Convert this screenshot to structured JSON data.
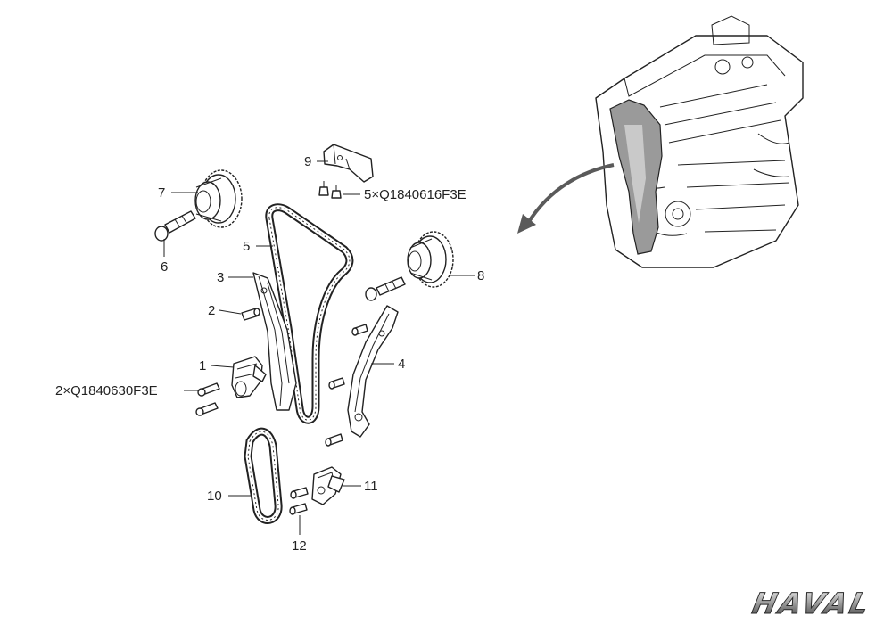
{
  "callouts": {
    "c1": "1",
    "c2": "2",
    "c3": "3",
    "c4": "4",
    "c5": "5",
    "c6": "6",
    "c7": "7",
    "c8": "8",
    "c9": "9",
    "c10": "10",
    "c11": "11",
    "c12": "12",
    "bolts_timing_cover": "5×Q1840616F3E",
    "bolts_tensioner": "2×Q1840630F3E"
  },
  "logo": {
    "text": "HAVAL"
  },
  "colors": {
    "line": "#222222",
    "highlight": "#9a9a9a",
    "engine_shade": "#bbbbbb"
  }
}
